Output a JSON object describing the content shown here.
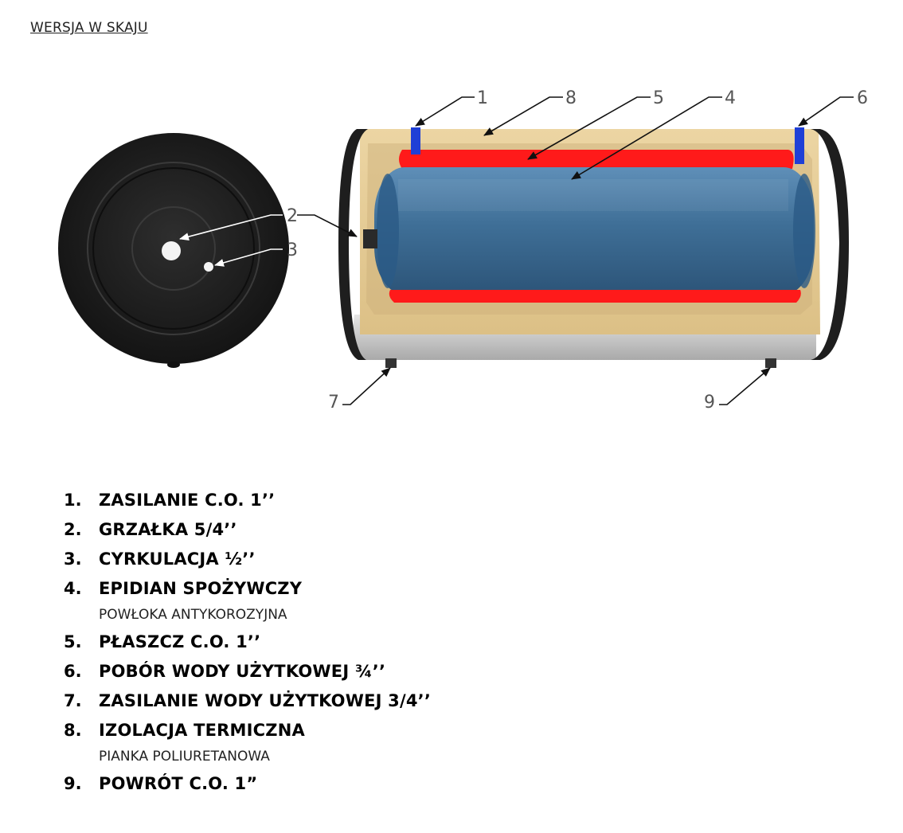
{
  "version_title": "WERSJA W SKAJU",
  "colors": {
    "insulation": "#e8cf99",
    "casing": "#1e1e1e",
    "tank": "#3f6f97",
    "coil": "#ff1a1a",
    "pipe": "#1f3fd6",
    "steel": "#c8c8c8"
  },
  "callouts": [
    "1",
    "2",
    "3",
    "4",
    "5",
    "6",
    "7",
    "8",
    "9"
  ],
  "legend": [
    {
      "num": "1.",
      "label": "ZASILANIE C.O. 1’’"
    },
    {
      "num": "2.",
      "label": "GRZAŁKA 5/4’’"
    },
    {
      "num": "3.",
      "label": "CYRKULACJA ½’’"
    },
    {
      "num": "4.",
      "label": "EPIDIAN SPOŻYWCZY",
      "sub": "POWŁOKA ANTYKOROZYJNA"
    },
    {
      "num": "5.",
      "label": "PŁASZCZ C.O. 1’’"
    },
    {
      "num": "6.",
      "label": "POBÓR WODY UŻYTKOWEJ ¾’’"
    },
    {
      "num": "7.",
      "label": "ZASILANIE WODY UŻYTKOWEJ 3/4’’"
    },
    {
      "num": "8.",
      "label": "IZOLACJA TERMICZNA",
      "sub": "PIANKA POLIURETANOWA"
    },
    {
      "num": "9.",
      "label": "POWRÓT C.O. 1”"
    }
  ]
}
